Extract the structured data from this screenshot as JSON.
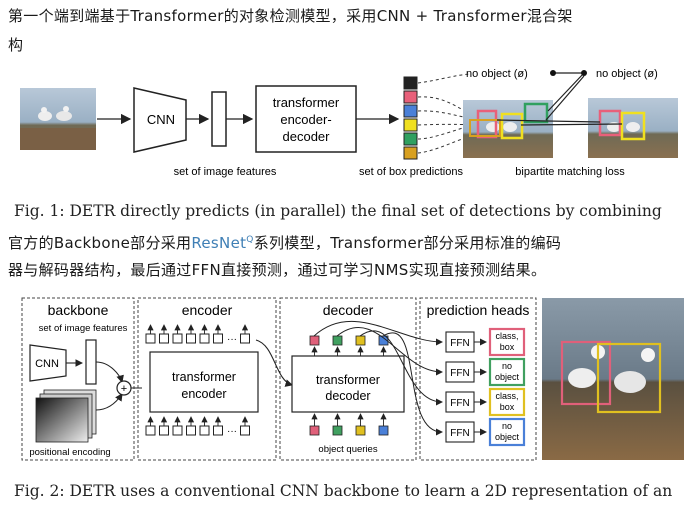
{
  "article": {
    "para1_line1": "第一个端到端基于Transformer的对象检测模型，采用CNN + Transformer混合架",
    "para1_line2": "构",
    "para2_line1_pre": "官方的Backbone部分采用",
    "para2_link": "ResNet",
    "para2_line1_post": "系列模型，Transformer部分采用标准的编码",
    "para2_line2": "器与解码器结构，最后通过FFN直接预测，通过可学习NMS实现直接预测结果。"
  },
  "figure1": {
    "cnn_label": "CNN",
    "transformer_label_1": "transformer",
    "transformer_label_2": "encoder-",
    "transformer_label_3": "decoder",
    "image_features_label": "set of image features",
    "box_predictions_label": "set of box predictions",
    "matching_label": "bipartite matching loss",
    "no_object_left": "no object (ø)",
    "no_object_right": "no object (ø)",
    "caption": "Fig. 1: DETR directly predicts (in parallel) the final set of detections by combining",
    "box_colors": [
      "#222222",
      "#e8607a",
      "#4a80d8",
      "#f0e020",
      "#30a060",
      "#d8a020"
    ]
  },
  "figure2": {
    "backbone_title": "backbone",
    "encoder_title": "encoder",
    "decoder_title": "decoder",
    "heads_title": "prediction heads",
    "image_features_label": "set of image features",
    "cnn_label": "CNN",
    "positional_label": "positional encoding",
    "enc_label_1": "transformer",
    "enc_label_2": "encoder",
    "dec_label_1": "transformer",
    "dec_label_2": "decoder",
    "object_queries_label": "object queries",
    "ffn_label": "FFN",
    "ellipsis": "···",
    "outputs": [
      {
        "line1": "class,",
        "line2": "box",
        "color": "#e0607a"
      },
      {
        "line1": "no",
        "line2": "object",
        "color": "#40a060"
      },
      {
        "line1": "class,",
        "line2": "box",
        "color": "#e0c020"
      },
      {
        "line1": "no",
        "line2": "object",
        "color": "#4a80d8"
      }
    ],
    "query_colors": [
      "#e0607a",
      "#40a060",
      "#e0c020",
      "#4a80d8"
    ],
    "caption": "Fig. 2: DETR uses a conventional CNN backbone to learn a 2D representation of an"
  }
}
